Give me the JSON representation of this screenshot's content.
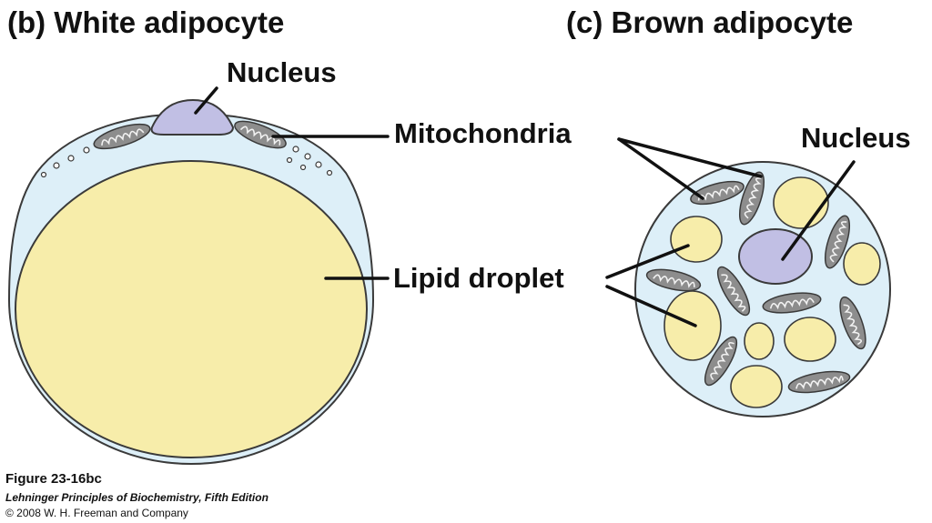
{
  "titles": {
    "white": "(b) White adipocyte",
    "brown": "(c) Brown adipocyte"
  },
  "labels": {
    "nucleus_white": "Nucleus",
    "mitochondria": "Mitochondria",
    "nucleus_brown": "Nucleus",
    "lipid_droplet": "Lipid droplet"
  },
  "caption": {
    "figure": "Figure 23-16bc",
    "book": "Lehninger Principles of Biochemistry, Fifth Edition",
    "copyright": "© 2008 W. H. Freeman and Company"
  },
  "colors": {
    "cytoplasm": "#ddeff8",
    "lipid": "#f7edaa",
    "nucleus": "#c1bfe4",
    "mitochondrion": "#8d8d8d",
    "outline": "#3a3a3a",
    "leader": "#111111"
  }
}
